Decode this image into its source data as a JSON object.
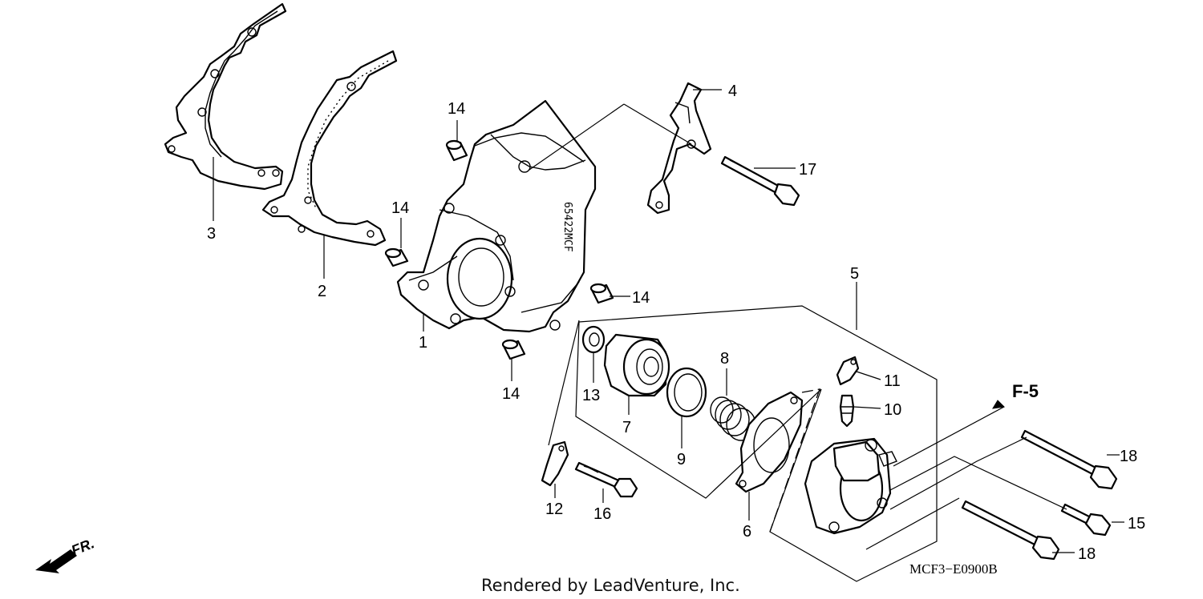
{
  "callouts": [
    {
      "id": "c1",
      "text": "1"
    },
    {
      "id": "c2",
      "text": "2"
    },
    {
      "id": "c3",
      "text": "3"
    },
    {
      "id": "c4",
      "text": "4"
    },
    {
      "id": "c5",
      "text": "5"
    },
    {
      "id": "c6",
      "text": "6"
    },
    {
      "id": "c7",
      "text": "7"
    },
    {
      "id": "c8",
      "text": "8"
    },
    {
      "id": "c9",
      "text": "9"
    },
    {
      "id": "c10",
      "text": "10"
    },
    {
      "id": "c11",
      "text": "11"
    },
    {
      "id": "c12",
      "text": "12"
    },
    {
      "id": "c13",
      "text": "13"
    },
    {
      "id": "c14a",
      "text": "14"
    },
    {
      "id": "c14b",
      "text": "14"
    },
    {
      "id": "c14c",
      "text": "14"
    },
    {
      "id": "c14d",
      "text": "14"
    },
    {
      "id": "c15",
      "text": "15"
    },
    {
      "id": "c16",
      "text": "16"
    },
    {
      "id": "c17",
      "text": "17"
    },
    {
      "id": "c18a",
      "text": "18"
    },
    {
      "id": "c18b",
      "text": "18"
    }
  ],
  "reference": "F-5",
  "direction_label": "FR.",
  "diagram_code": "MCF3−E0900B",
  "credit": "Rendered by LeadVenture, Inc.",
  "cover_marking": "65422MCF"
}
